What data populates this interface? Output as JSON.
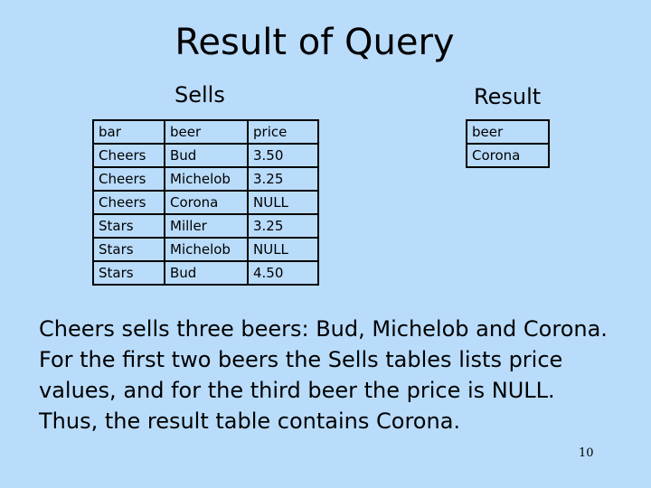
{
  "slide": {
    "title": "Result of Query",
    "sells_caption": "Sells",
    "result_caption": "Result",
    "page_number": "10"
  },
  "sells_table": {
    "headers": [
      "bar",
      "beer",
      "price"
    ],
    "rows": [
      [
        "Cheers",
        "Bud",
        "3.50"
      ],
      [
        "Cheers",
        "Michelob",
        "3.25"
      ],
      [
        "Cheers",
        "Corona",
        "NULL"
      ],
      [
        "Stars",
        "Miller",
        "3.25"
      ],
      [
        "Stars",
        "Michelob",
        "NULL"
      ],
      [
        "Stars",
        "Bud",
        "4.50"
      ]
    ]
  },
  "result_table": {
    "headers": [
      "beer"
    ],
    "rows": [
      [
        "Corona"
      ]
    ]
  },
  "body": {
    "text": "Cheers sells three beers: Bud, Michelob and Corona. For the first two beers the Sells tables lists price values, and for the third beer the price is NULL. Thus, the result table contains Corona."
  }
}
